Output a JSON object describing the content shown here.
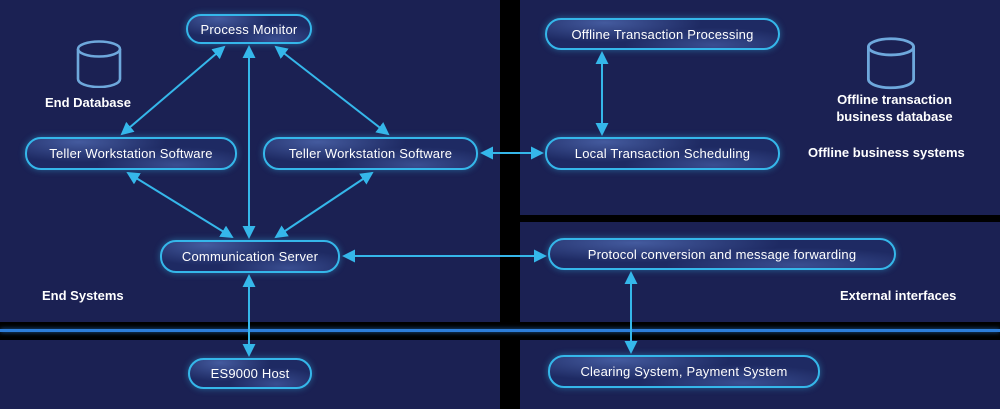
{
  "colors": {
    "accent": "#35b7ea",
    "panel_background": "#1b2153",
    "page_background": "#000000",
    "divider_line": "#2d7dd9",
    "node_text": "#ffffff",
    "db_icon": "#6ea8dc"
  },
  "nodes": {
    "process_monitor": {
      "label": "Process Monitor"
    },
    "teller_ws_1": {
      "label": "Teller Workstation Software"
    },
    "teller_ws_2": {
      "label": "Teller Workstation Software"
    },
    "communication_server": {
      "label": "Communication Server"
    },
    "es9000_host": {
      "label": "ES9000 Host"
    },
    "offline_transaction_processing": {
      "label": "Offline Transaction Processing"
    },
    "local_transaction_scheduling": {
      "label": "Local Transaction Scheduling"
    },
    "protocol_conversion": {
      "label": "Protocol conversion and message forwarding"
    },
    "clearing_system": {
      "label": "Clearing System, Payment System"
    }
  },
  "labels": {
    "end_database": "End Database",
    "end_systems": "End Systems",
    "offline_db": "Offline transaction business database",
    "offline_business_systems": "Offline business systems",
    "external_interfaces": "External interfaces"
  },
  "icons": {
    "end_database": "database-cylinder",
    "offline_database": "database-cylinder"
  },
  "connections": [
    "process_monitor <-> teller_ws_1",
    "process_monitor <-> teller_ws_2",
    "process_monitor <-> communication_server",
    "teller_ws_1 <-> communication_server",
    "teller_ws_2 <-> communication_server",
    "teller_ws_2 <-> local_transaction_scheduling",
    "offline_transaction_processing <-> local_transaction_scheduling",
    "communication_server <-> protocol_conversion",
    "communication_server <-> es9000_host",
    "protocol_conversion <-> clearing_system"
  ]
}
